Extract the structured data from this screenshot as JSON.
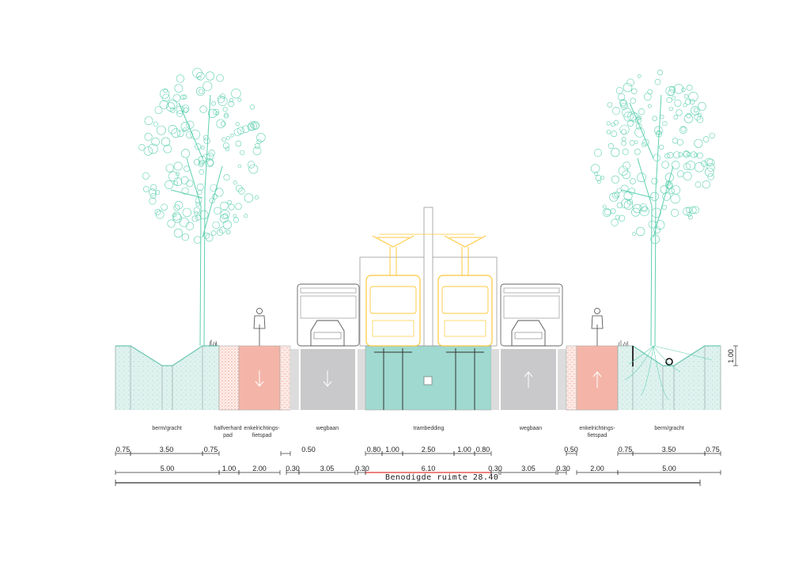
{
  "colors": {
    "berm": "#dff2ee",
    "berm_line": "#6cc9b4",
    "halfverhard": "#fbe3dd",
    "fietspad": "#f4b5a8",
    "brick": "#fbe8e2",
    "wegbaan": "#c9c9cb",
    "curb": "#dcdcdc",
    "trambedding": "#9fd9cf",
    "tram": "#ffc83d",
    "tree": "#5fd0b0",
    "dim_total": "#e8352f"
  },
  "labels": {
    "berm_left": "berm/gracht",
    "halfverhard_1": "halfverhard",
    "halfverhard_2": "pad",
    "fietspad_left_1": "enkelrichtings-",
    "fietspad_left_2": "fietspad",
    "wegbaan_left": "wegbaan",
    "trambedding": "trambedding",
    "wegbaan_right": "wegbaan",
    "fietspad_right_1": "enkelrichtings-",
    "fietspad_right_2": "fietspad",
    "berm_right": "berm/gracht"
  },
  "height_marker": "1.00",
  "dims_row1": [
    "0.75",
    "3.50",
    "0.75",
    "0.50",
    "0.80",
    "1.00",
    "2.50",
    "1.00",
    "0.80",
    "0.50",
    "0.75",
    "3.50",
    "0.75"
  ],
  "dims_row2": [
    "5.00",
    "1.00",
    "2.00",
    "0.30",
    "3.05",
    "0.30",
    "6.10",
    "0.30",
    "3.05",
    "0.30",
    "2.00",
    "5.00"
  ],
  "total": "Benodigde ruimte 28.40",
  "lane_direction": {
    "left": "down",
    "right": "up"
  }
}
